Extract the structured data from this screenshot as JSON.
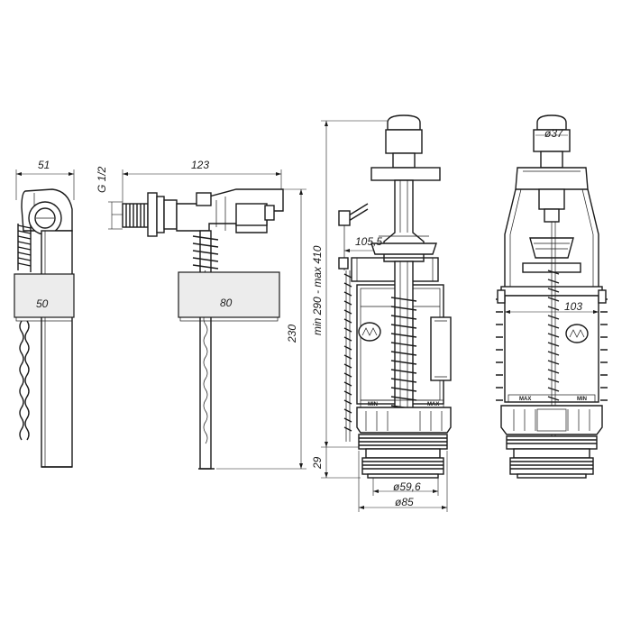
{
  "dimensions": {
    "valve_side_width": "51",
    "valve_side_band": "50",
    "thread": "G 1/2",
    "valve_front_width": "123",
    "valve_front_band": "80",
    "valve_height": "230",
    "flush_height_range": "min 290 - max 410",
    "flush_overflow": "105,5",
    "flush_base_height": "29",
    "flush_base_dia_inner": "ø59,6",
    "flush_base_dia_outer": "ø85",
    "button_dia": "ø37",
    "flush_tank_width": "103"
  },
  "markings": {
    "min_label": "MIN",
    "max_label": "MAX"
  }
}
